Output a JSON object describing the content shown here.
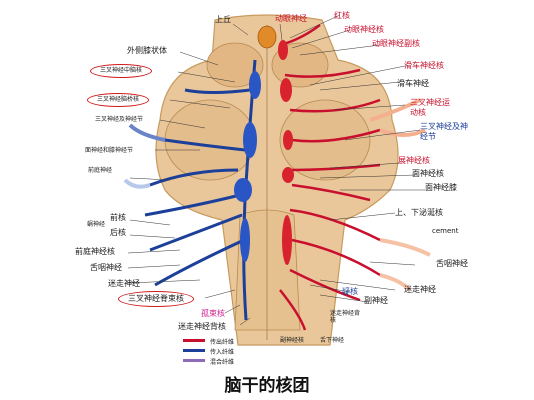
{
  "caption": "脑干的核团",
  "legend": [
    {
      "label": "传出纤维",
      "color": "#c8102e"
    },
    {
      "label": "传入纤维",
      "color": "#1c3f9a"
    },
    {
      "label": "混合纤维",
      "color": "#8e6bb8"
    }
  ],
  "labels_left": {
    "superior_colliculus": "上丘",
    "lateral_geniculate": "外侧膝状体",
    "trigeminal_mesencephalic": "三叉神经中脑核",
    "trigeminal_pontine": "三叉神经脑桥核",
    "trigeminal_and_ganglion": "三叉神经及神经节",
    "facial_and_intermediate": "面神经和膝神经节",
    "vestibular_nerve": "前庭神经",
    "cochlear_nerve": "蜗神经",
    "anterior_nucleus": "前核",
    "posterior_nucleus": "后核",
    "vestibular_nuclei": "前庭神经核",
    "glossopharyngeal_nerve": "舌咽神经",
    "vagus_nerve": "迷走神经",
    "trigeminal_spinal": "三叉神经脊束核",
    "solitary_nucleus": "孤束核",
    "vagus_dorsal": "迷走神经背核"
  },
  "labels_right": {
    "oculomotor_nerve": "动眼神经",
    "red_nucleus": "红核",
    "oculomotor_nucleus": "动眼神经核",
    "oculomotor_accessory": "动眼神经副核",
    "trochlear_nucleus": "滑车神经核",
    "trochlear_nerve": "滑车神经",
    "trigeminal_motor": "三叉神经运动核",
    "trigeminal_and_ganglion_r": "三叉神经及神经节",
    "abducens_nucleus": "展神经核",
    "facial_nucleus": "面神经核",
    "facial_genu": "面神经膝",
    "salivatory_nuclei": "上、下泌涎核",
    "cement": "cement",
    "glossopharyngeal_r": "舌咽神经",
    "vagus_r": "迷走神经",
    "ambiguus": "疑核",
    "hypoglossal_nerve": "副神经",
    "vagus_dorsal_small": "迷走神经背核",
    "hypoglossal_bottom": "副神经核",
    "hypoglossal_nucleus": "舌下神经"
  }
}
